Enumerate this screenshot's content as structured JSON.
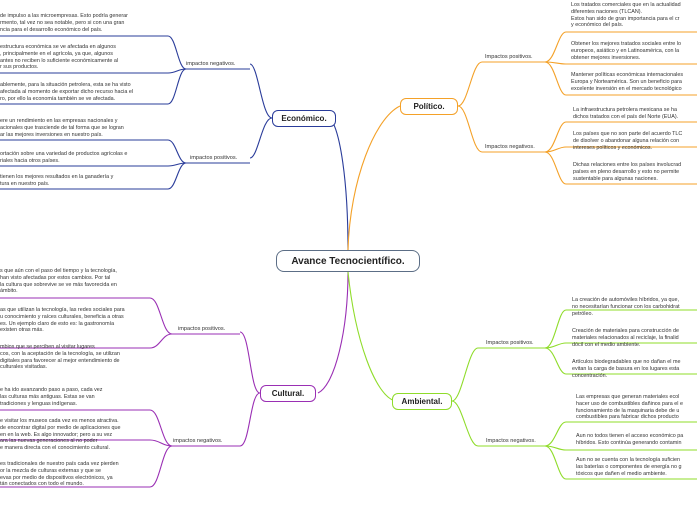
{
  "colors": {
    "root": "#5c6e86",
    "economico": "#2a3c9a",
    "politico": "#f4a128",
    "cultural": "#9a2fb4",
    "ambiental": "#8fdc2a"
  },
  "root": {
    "label": "Avance Tecnocientífico."
  },
  "economico": {
    "label": "Económico.",
    "negativos_label": "impactos negativos.",
    "positivos_label": "impactos positivos.",
    "negativos": [
      [
        "de impulso a las microempresas. Esto podría generar",
        "rmento, tal vez no sea notable, pero si con una gran",
        "ncia para el desarrollo económico del país."
      ],
      [
        "estructura económica se ve afectada en algunos",
        ", principalmente en el agrícola, ya que, algunos",
        "antes no reciben lo suficiente económicamente al",
        "r sus productos."
      ],
      [
        "ablemente, para la situación petrolera, esta se ha visto",
        "afectada al momento de exportar dicho recurso hacia el",
        "ro, por ello la economía también se ve afectada."
      ]
    ],
    "positivos": [
      [
        "ere un rendimiento en las empresas nacionales y",
        "acionales que trasciende de tal forma que se logran",
        "ar las mejores inversiones en nuestro país."
      ],
      [
        "ortación sobre una variedad de productos agrícolas e",
        "riales hacia otros países."
      ],
      [
        "tienen los mejores resultados en la ganadería y",
        "tura en nuestro país."
      ]
    ]
  },
  "politico": {
    "label": "Político.",
    "positivos_label": "Impactos positivos.",
    "negativos_label": "Impactos negativos.",
    "positivos": [
      [
        "Los tratados comerciales que en la actualidad",
        "diferentes naciones (TLCAN).",
        "Estos han sido de gran importancia para el cr",
        "y económico del país."
      ],
      [
        "Obtener los mejores tratados sociales entre lo",
        "europeos, asiático y en Latinoamérica, con la",
        "obtener mejores inversiones."
      ],
      [
        "Mantener políticas económicas internacionales",
        "Europa y Norteamérica. Son un beneficio para",
        "excelente inversión en el mercado tecnológico"
      ]
    ],
    "negativos": [
      [
        "La infraestructura petrolera mexicana se ha",
        "dichos tratados con el país del Norte (EUA)."
      ],
      [
        "Los países que no son parte del acuerdo TLC",
        "de disolver o abandonar alguna relación con",
        "intereses políticos y económicos."
      ],
      [
        "Dichas relaciones entre los países involucrad",
        "países en pleno desarrollo y esto no permite",
        "sustentable para algunas naciones."
      ]
    ]
  },
  "cultural": {
    "label": "Cultural.",
    "positivos_label": "impactos positivos.",
    "negativos_label": "impactos negativos.",
    "top": [
      "s que aún con el paso del tiempo y la tecnología,",
      "han visto afectadas por estos cambios. Por tal",
      "la cultura que sobrevive se ve más favorecida en",
      "ámbito."
    ],
    "positivos": [
      [
        "as que utilizan la tecnología, las redes sociales para",
        "u conocimiento y raíces culturales, beneficia a otras",
        "es. Un ejemplo claro de esto es: la gastronomía",
        "existen otras más."
      ],
      [
        "mbios que se perciben al visitar lugares",
        "cos, con la aceptación de la tecnología, se utilizan",
        "digitales para favorecer al mejor entendimiento de",
        "culturales visitadas."
      ]
    ],
    "negativos": [
      [
        "e ha ido avanzando paso a paso, cada vez",
        "las culturas más antiguas. Estas se van",
        "tradiciones y lenguas indígenas."
      ],
      [
        "e visitar los museos cada vez es menos atractiva.",
        "de encontrar digital por medio de aplicaciones que",
        "en en la web. Es algo innovador; pero a su vez",
        "ara las nuevas generaciones al no poder",
        "e manera directa con el conocimiento cultural."
      ],
      [
        "es tradicionales de nuestro país cada vez pierden",
        "or la mezcla de culturas externas y que se",
        "evas por medio de dispositivos electrónicos, ya",
        "tán conectados con todo el mundo."
      ]
    ]
  },
  "ambiental": {
    "label": "Ambiental.",
    "positivos_label": "Impactos positivos.",
    "negativos_label": "Impactos negativos.",
    "positivos": [
      [
        "La creación de automóviles híbridos, ya que,",
        "no necesitarían funcionar con los carbohidrat",
        "petróleo."
      ],
      [
        "Creación de materiales para construcción de",
        "materiales relacionados al reciclaje, la finalid",
        "dócil con el medio ambiente."
      ],
      [
        "Artículos biodegradables que no dañan el me",
        "evitan la carga de basura en los lugares esta",
        "concentración."
      ]
    ],
    "negativos": [
      [
        "Las empresas que generan materiales ecol",
        "hacer uso de combustibles dañinos para el e",
        "funcionamiento de la maquinaria debe de u",
        "combustibles para fabricar dichos producto"
      ],
      [
        "Aun no todos tienen el acceso económico pa",
        "híbridos. Esto continúa generando contamin"
      ],
      [
        "Aun no se cuenta con la tecnología suficien",
        "las baterías o componentes de energía no g",
        "tóxicos que dañen el medio ambiente."
      ]
    ]
  }
}
